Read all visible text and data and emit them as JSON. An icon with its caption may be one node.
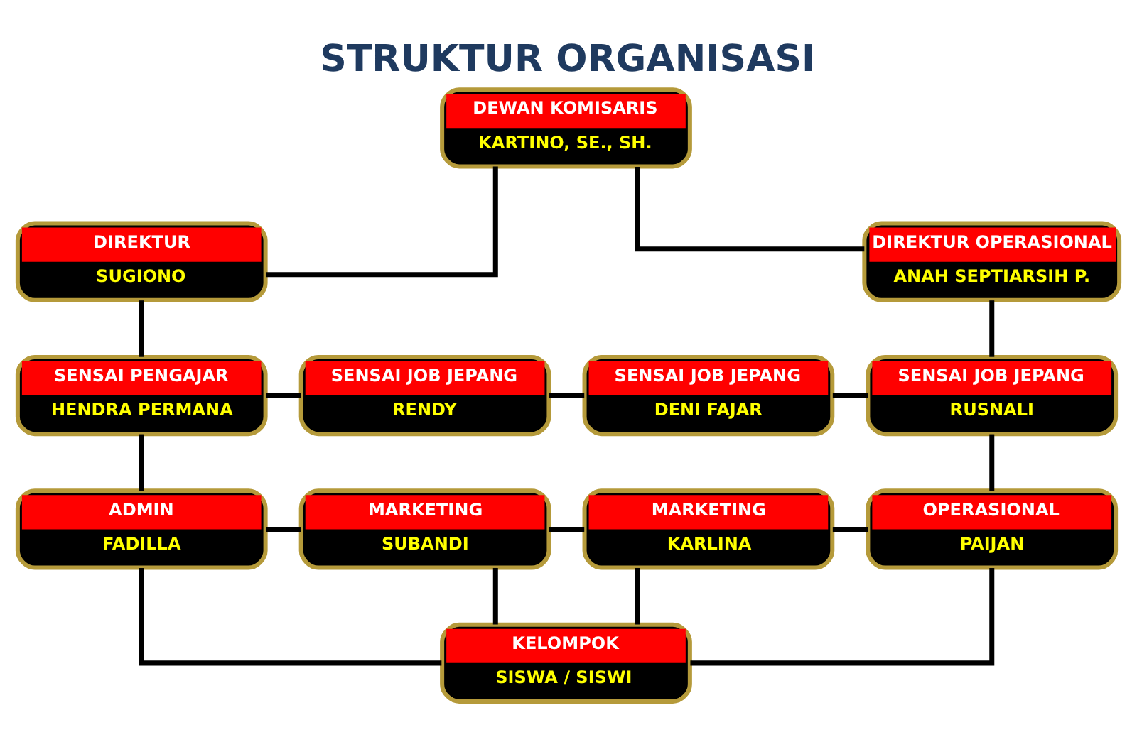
{
  "diagram": {
    "title": "STRUKTUR ORGANISASI",
    "nodes": [
      {
        "text": [
          "DEWAN KOMISARIS",
          "KARTINO, SE., SH."
        ]
      },
      {
        "text": [
          "DIREKTUR",
          "SUGIONO"
        ]
      },
      {
        "text": [
          "DIREKTUR OPERASIONAL",
          "ANAH SEPTIARSIH P."
        ]
      },
      {
        "text": [
          "SENSAI PENGAJAR",
          "HENDRA PERMANA"
        ]
      },
      {
        "text": [
          "SENSAI JOB JEPANG",
          "RENDY"
        ]
      },
      {
        "text": [
          "SENSAI JOB JEPANG",
          "DENI FAJAR"
        ]
      },
      {
        "text": [
          "SENSAI JOB JEPANG",
          "RUSNALI"
        ]
      },
      {
        "text": [
          "ADMIN",
          "FADILLA"
        ]
      },
      {
        "text": [
          "MARKETING",
          "SUBANDI"
        ]
      },
      {
        "text": [
          "MARKETING",
          "KARLINA"
        ]
      },
      {
        "text": [
          "OPERASIONAL",
          "PAIJAN"
        ]
      },
      {
        "text": [
          "KELOMPOK",
          "SISWA / SISWI"
        ]
      }
    ],
    "edges": [
      {
        "from": 0,
        "to": 1,
        "arrow": "none"
      },
      {
        "from": 0,
        "to": 2,
        "arrow": "none"
      },
      {
        "from": 1,
        "to": 3,
        "arrow": "none"
      },
      {
        "from": 2,
        "to": 6,
        "arrow": "none"
      },
      {
        "from": 3,
        "to": 4,
        "arrow": "none"
      },
      {
        "from": 4,
        "to": 5,
        "arrow": "none"
      },
      {
        "from": 5,
        "to": 6,
        "arrow": "none"
      },
      {
        "from": 3,
        "to": 7,
        "arrow": "none"
      },
      {
        "from": 6,
        "to": 10,
        "arrow": "none"
      },
      {
        "from": 7,
        "to": 8,
        "arrow": "none"
      },
      {
        "from": 8,
        "to": 9,
        "arrow": "none"
      },
      {
        "from": 9,
        "to": 10,
        "arrow": "none"
      },
      {
        "from": 7,
        "to": 11,
        "arrow": "none"
      },
      {
        "from": 8,
        "to": 11,
        "arrow": "none"
      },
      {
        "from": 9,
        "to": 11,
        "arrow": "none"
      },
      {
        "from": 10,
        "to": 11,
        "arrow": "none"
      }
    ]
  }
}
